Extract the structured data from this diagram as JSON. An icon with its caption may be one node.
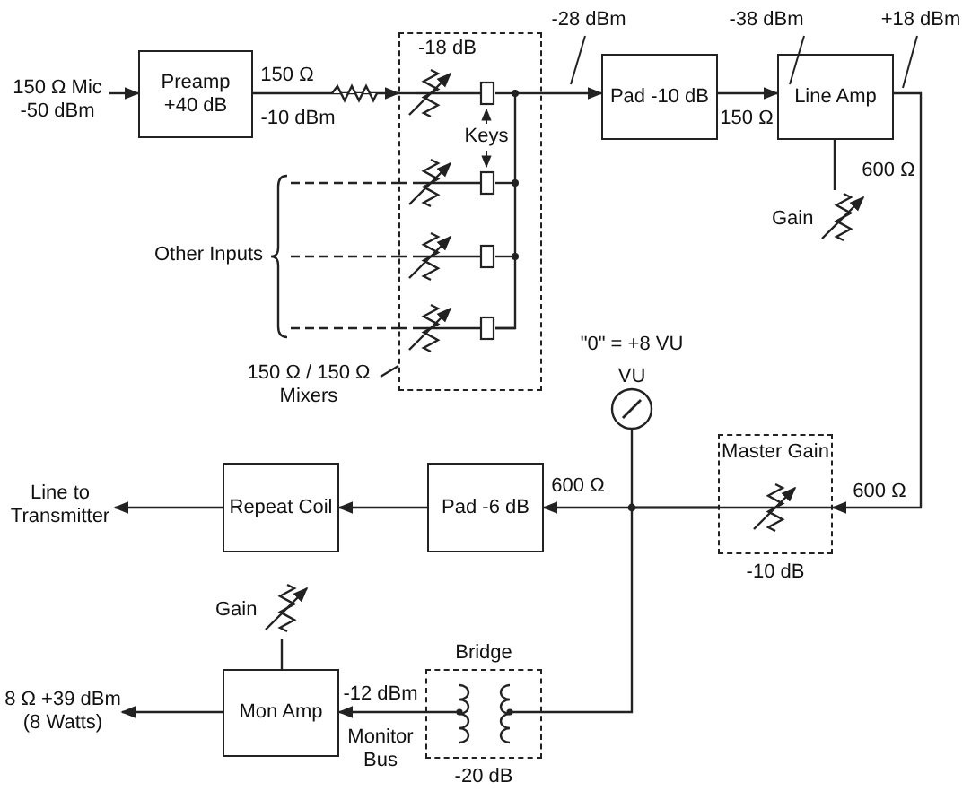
{
  "diagram": {
    "nodes": [
      {
        "text": [
          "150 Ω Mic -50 dBm"
        ]
      },
      {
        "text": [
          "Preamp +40 dB"
        ]
      },
      {
        "text": [
          "-18 dB"
        ]
      },
      {
        "text": [
          "Other Inputs"
        ]
      },
      {
        "text": [
          "Pad -10 dB"
        ]
      },
      {
        "text": [
          "Line Amp"
        ]
      },
      {
        "text": [
          "Gain"
        ]
      },
      {
        "text": [
          "Master Gain"
        ],
        "beside": [
          "-10 dB"
        ]
      },
      {
        "text": [
          "VU"
        ]
      },
      {
        "text": [
          "Pad -6 dB"
        ]
      },
      {
        "text": [
          "Repeat Coil"
        ]
      },
      {
        "text": [
          "Line to Transmitter"
        ]
      },
      {
        "text": [
          "Bridge"
        ],
        "beside": [
          "-20 dB"
        ]
      },
      {
        "text": [
          "Mon Amp"
        ]
      },
      {
        "text": [
          "Gain"
        ]
      },
      {
        "text": [
          "8 Ω +39 dBm (8 Watts)"
        ]
      },
      {
        "text": [
          "150 Ω / 150 Ω Mixers"
        ]
      }
    ],
    "edges": [
      {
        "from": 0,
        "to": 1,
        "arrow": "to"
      },
      {
        "from": 1,
        "to": 2,
        "arrow": "to"
      },
      {
        "from": 3,
        "to": 2,
        "arrow": "none",
        "style": "dashed"
      },
      {
        "from": 3,
        "to": 2,
        "arrow": "none",
        "style": "dashed"
      },
      {
        "from": 3,
        "to": 2,
        "arrow": "none",
        "style": "dashed"
      },
      {
        "from": 2,
        "to": 4,
        "arrow": "to"
      },
      {
        "from": 4,
        "to": 5,
        "arrow": "to"
      },
      {
        "from": 5,
        "to": 7,
        "arrow": "to"
      },
      {
        "from": 5,
        "to": 6,
        "arrow": "none"
      },
      {
        "from": 7,
        "to": 9,
        "arrow": "to"
      },
      {
        "from": 7,
        "to": 8,
        "arrow": "none"
      },
      {
        "from": 7,
        "to": 12,
        "arrow": "none"
      },
      {
        "from": 9,
        "to": 10,
        "arrow": "to"
      },
      {
        "from": 10,
        "to": 11,
        "arrow": "to"
      },
      {
        "from": 12,
        "to": 13,
        "arrow": "to"
      },
      {
        "from": 13,
        "to": 14,
        "arrow": "none"
      },
      {
        "from": 13,
        "to": 15,
        "arrow": "to"
      },
      {
        "from": 16,
        "to": 2,
        "arrow": "none"
      }
    ],
    "labels": [
      "150 Ω",
      "-10 dBm",
      "Keys",
      "-28 dBm",
      "-38 dBm",
      "150 Ω",
      "+18 dBm",
      "600 Ω",
      "\"0\" = +8 VU",
      "600 Ω",
      "600 Ω",
      "-12 dBm",
      "Monitor Bus"
    ]
  }
}
